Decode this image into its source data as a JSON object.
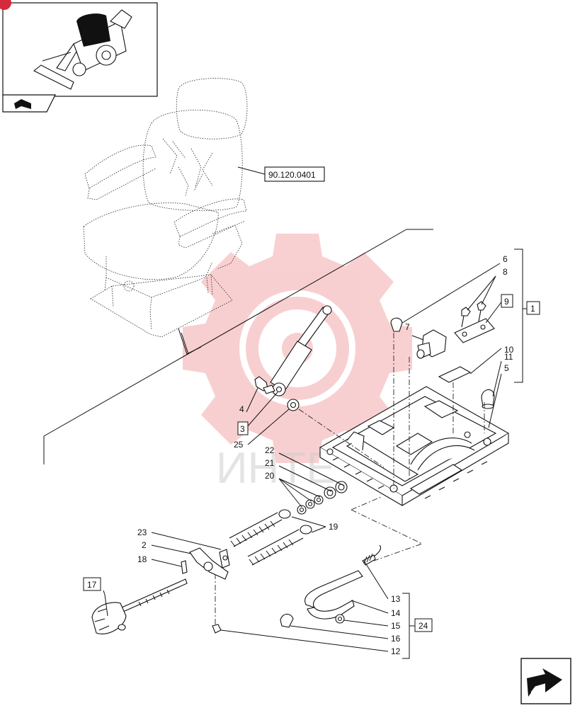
{
  "reference_code": "90.120.0401",
  "watermark": {
    "text": "ИНТЕ",
    "color": "#e8555b"
  },
  "badge_color": "#d42a3c",
  "icons": {
    "thumbnail": "machine-thumbnail-icon",
    "nav_top": "prev-arrow-icon",
    "nav_bottom": "next-arrow-icon"
  },
  "callouts": {
    "p1": "1",
    "p2": "2",
    "p3": "3",
    "p4": "4",
    "p5": "5",
    "p6": "6",
    "p7": "7",
    "p8": "8",
    "p9": "9",
    "p10": "10",
    "p11": "11",
    "p12": "12",
    "p13": "13",
    "p14": "14",
    "p15": "15",
    "p16": "16",
    "p17": "17",
    "p18": "18",
    "p19": "19",
    "p20": "20",
    "p21": "21",
    "p22": "22",
    "p23": "23",
    "p24": "24",
    "p25": "25"
  }
}
